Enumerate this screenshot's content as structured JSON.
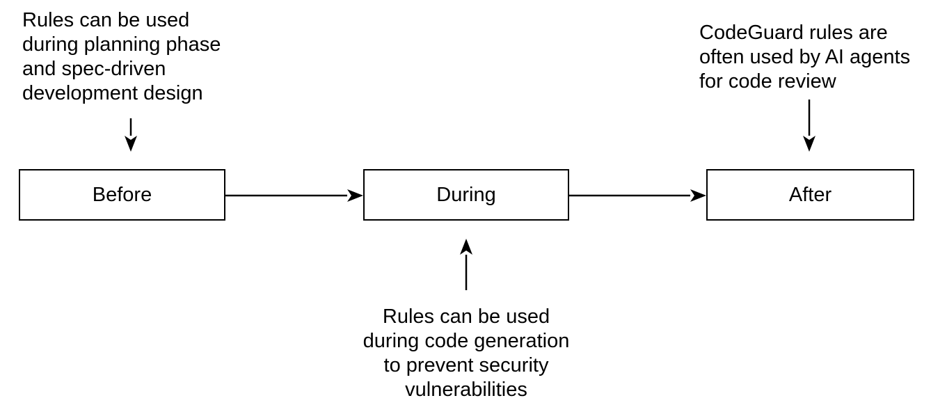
{
  "diagram": {
    "nodes": [
      {
        "id": "before",
        "label": "Before"
      },
      {
        "id": "during",
        "label": "During"
      },
      {
        "id": "after",
        "label": "After"
      }
    ],
    "annotations": {
      "before": "Rules can be used\nduring planning phase\nand spec-driven\ndevelopment design",
      "during": "Rules can be used\nduring code generation\nto prevent security\nvulnerabilities",
      "after": "CodeGuard rules are\noften used by AI agents\nfor code review"
    }
  },
  "colors": {
    "stroke": "#000000",
    "background": "#ffffff",
    "text": "#000000"
  }
}
